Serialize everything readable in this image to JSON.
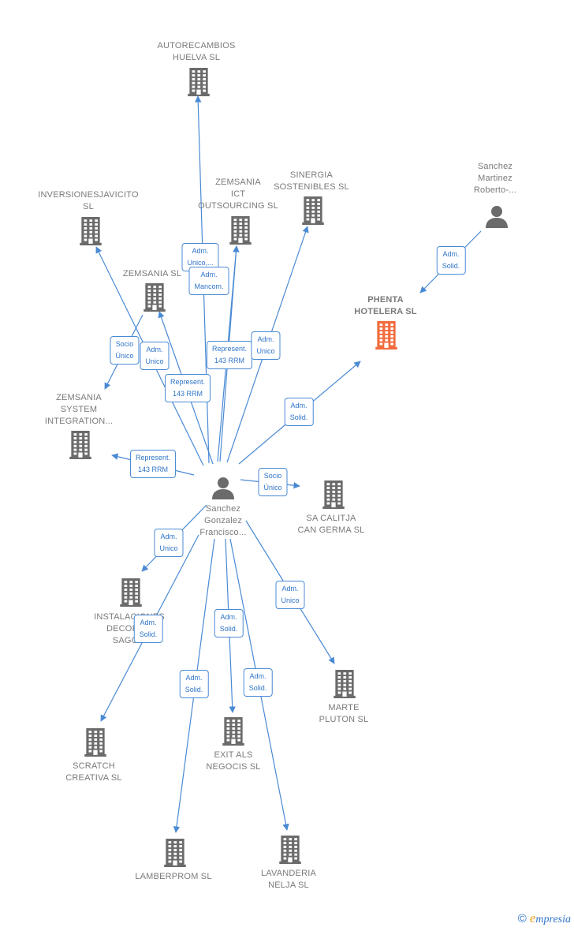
{
  "nodes": [
    {
      "id": "sanchez-gonzalez",
      "type": "person",
      "lines": [
        "Sanchez",
        "Gonzalez",
        "Francisco..."
      ],
      "color": "#6b6b6b"
    },
    {
      "id": "sanchez-martinez",
      "type": "person",
      "lines": [
        "Sanchez",
        "Martinez",
        "Roberto-..."
      ],
      "color": "#6b6b6b"
    },
    {
      "id": "phenta-hotelera",
      "type": "company",
      "lines": [
        "PHENTA",
        "HOTELERA SL"
      ],
      "color": "#f26c3d",
      "focus": true
    },
    {
      "id": "autorecambios-huelva",
      "type": "company",
      "lines": [
        "AUTORECAMBIOS",
        "HUELVA SL"
      ],
      "color": "#6b6b6b"
    },
    {
      "id": "zemsania-ict",
      "type": "company",
      "lines": [
        "ZEMSANIA",
        "ICT",
        "OUTSOURCING SL"
      ],
      "color": "#6b6b6b"
    },
    {
      "id": "sinergia-sostenibles",
      "type": "company",
      "lines": [
        "SINERGIA",
        "SOSTENIBLES SL"
      ],
      "color": "#6b6b6b"
    },
    {
      "id": "inversionesjavicito",
      "type": "company",
      "lines": [
        "INVERSIONESJAVICITO",
        "SL"
      ],
      "color": "#6b6b6b"
    },
    {
      "id": "zemsania-sl",
      "type": "company",
      "lines": [
        "ZEMSANIA SL"
      ],
      "color": "#6b6b6b"
    },
    {
      "id": "zemsania-system",
      "type": "company",
      "lines": [
        "ZEMSANIA",
        "SYSTEM",
        "INTEGRATION..."
      ],
      "color": "#6b6b6b"
    },
    {
      "id": "sa-calitja",
      "type": "company",
      "lines": [
        "SA CALITJA",
        "CAN GERMA SL"
      ],
      "color": "#6b6b6b"
    },
    {
      "id": "instalaciones-decora",
      "type": "company",
      "lines": [
        "INSTALACIONES",
        "DECORA...",
        "SAGO..."
      ],
      "color": "#6b6b6b"
    },
    {
      "id": "marte-pluton",
      "type": "company",
      "lines": [
        "MARTE",
        "PLUTON SL"
      ],
      "color": "#6b6b6b"
    },
    {
      "id": "scratch-creativa",
      "type": "company",
      "lines": [
        "SCRATCH",
        "CREATIVA SL"
      ],
      "color": "#6b6b6b"
    },
    {
      "id": "exit-als-negocis",
      "type": "company",
      "lines": [
        "EXIT ALS",
        "NEGOCIS SL"
      ],
      "color": "#6b6b6b"
    },
    {
      "id": "lamberprom",
      "type": "company",
      "lines": [
        "LAMBERPROM SL"
      ],
      "color": "#6b6b6b"
    },
    {
      "id": "lavanderia-nelja",
      "type": "company",
      "lines": [
        "LAVANDERIA",
        "NELJA SL"
      ],
      "color": "#6b6b6b"
    }
  ],
  "edges": [
    {
      "from": "sanchez-martinez",
      "to": "phenta-hotelera",
      "label": [
        "Adm.",
        "Solid."
      ]
    },
    {
      "from": "sanchez-gonzalez",
      "to": "phenta-hotelera",
      "label": [
        "Adm.",
        "Solid."
      ]
    },
    {
      "from": "sanchez-gonzalez",
      "to": "autorecambios-huelva",
      "label": [
        "Adm.",
        "Unico,..."
      ]
    },
    {
      "from": "sanchez-gonzalez",
      "to": "zemsania-ict",
      "label": [
        "Represent.",
        "143 RRM"
      ]
    },
    {
      "from": "sanchez-gonzalez",
      "to": "zemsania-ict",
      "label": [
        "Adm.",
        "Mancom."
      ]
    },
    {
      "from": "sanchez-gonzalez",
      "to": "sinergia-sostenibles",
      "label": [
        "Adm.",
        "Unico"
      ]
    },
    {
      "from": "sanchez-gonzalez",
      "to": "inversionesjavicito",
      "label": [
        "Adm.",
        "Unico"
      ]
    },
    {
      "from": "sanchez-gonzalez",
      "to": "zemsania-sl",
      "label": [
        "Represent.",
        "143 RRM"
      ]
    },
    {
      "from": "zemsania-sl",
      "to": "zemsania-system",
      "label": [
        "Socio",
        "Único"
      ]
    },
    {
      "from": "sanchez-gonzalez",
      "to": "zemsania-system",
      "label": [
        "Represent.",
        "143 RRM"
      ]
    },
    {
      "from": "sanchez-gonzalez",
      "to": "sa-calitja",
      "label": [
        "Socio",
        "Único"
      ]
    },
    {
      "from": "sanchez-gonzalez",
      "to": "instalaciones-decora",
      "label": [
        "Adm.",
        "Unico"
      ]
    },
    {
      "from": "sanchez-gonzalez",
      "to": "scratch-creativa",
      "label": [
        "Adm.",
        "Solid."
      ]
    },
    {
      "from": "sanchez-gonzalez",
      "to": "exit-als-negocis",
      "label": [
        "Adm.",
        "Solid."
      ]
    },
    {
      "from": "sanchez-gonzalez",
      "to": "lamberprom",
      "label": [
        "Adm.",
        "Solid."
      ]
    },
    {
      "from": "sanchez-gonzalez",
      "to": "lavanderia-nelja",
      "label": [
        "Adm.",
        "Solid."
      ]
    },
    {
      "from": "sanchez-gonzalez",
      "to": "marte-pluton",
      "label": [
        "Adm.",
        "Unico"
      ]
    }
  ],
  "colors": {
    "edge": "#4a8ad4",
    "icon": "#6b6b6b",
    "focus": "#f26c3d"
  },
  "footer": {
    "copyright": "©",
    "brand_initial": "e",
    "brand_rest": "mpresia"
  }
}
